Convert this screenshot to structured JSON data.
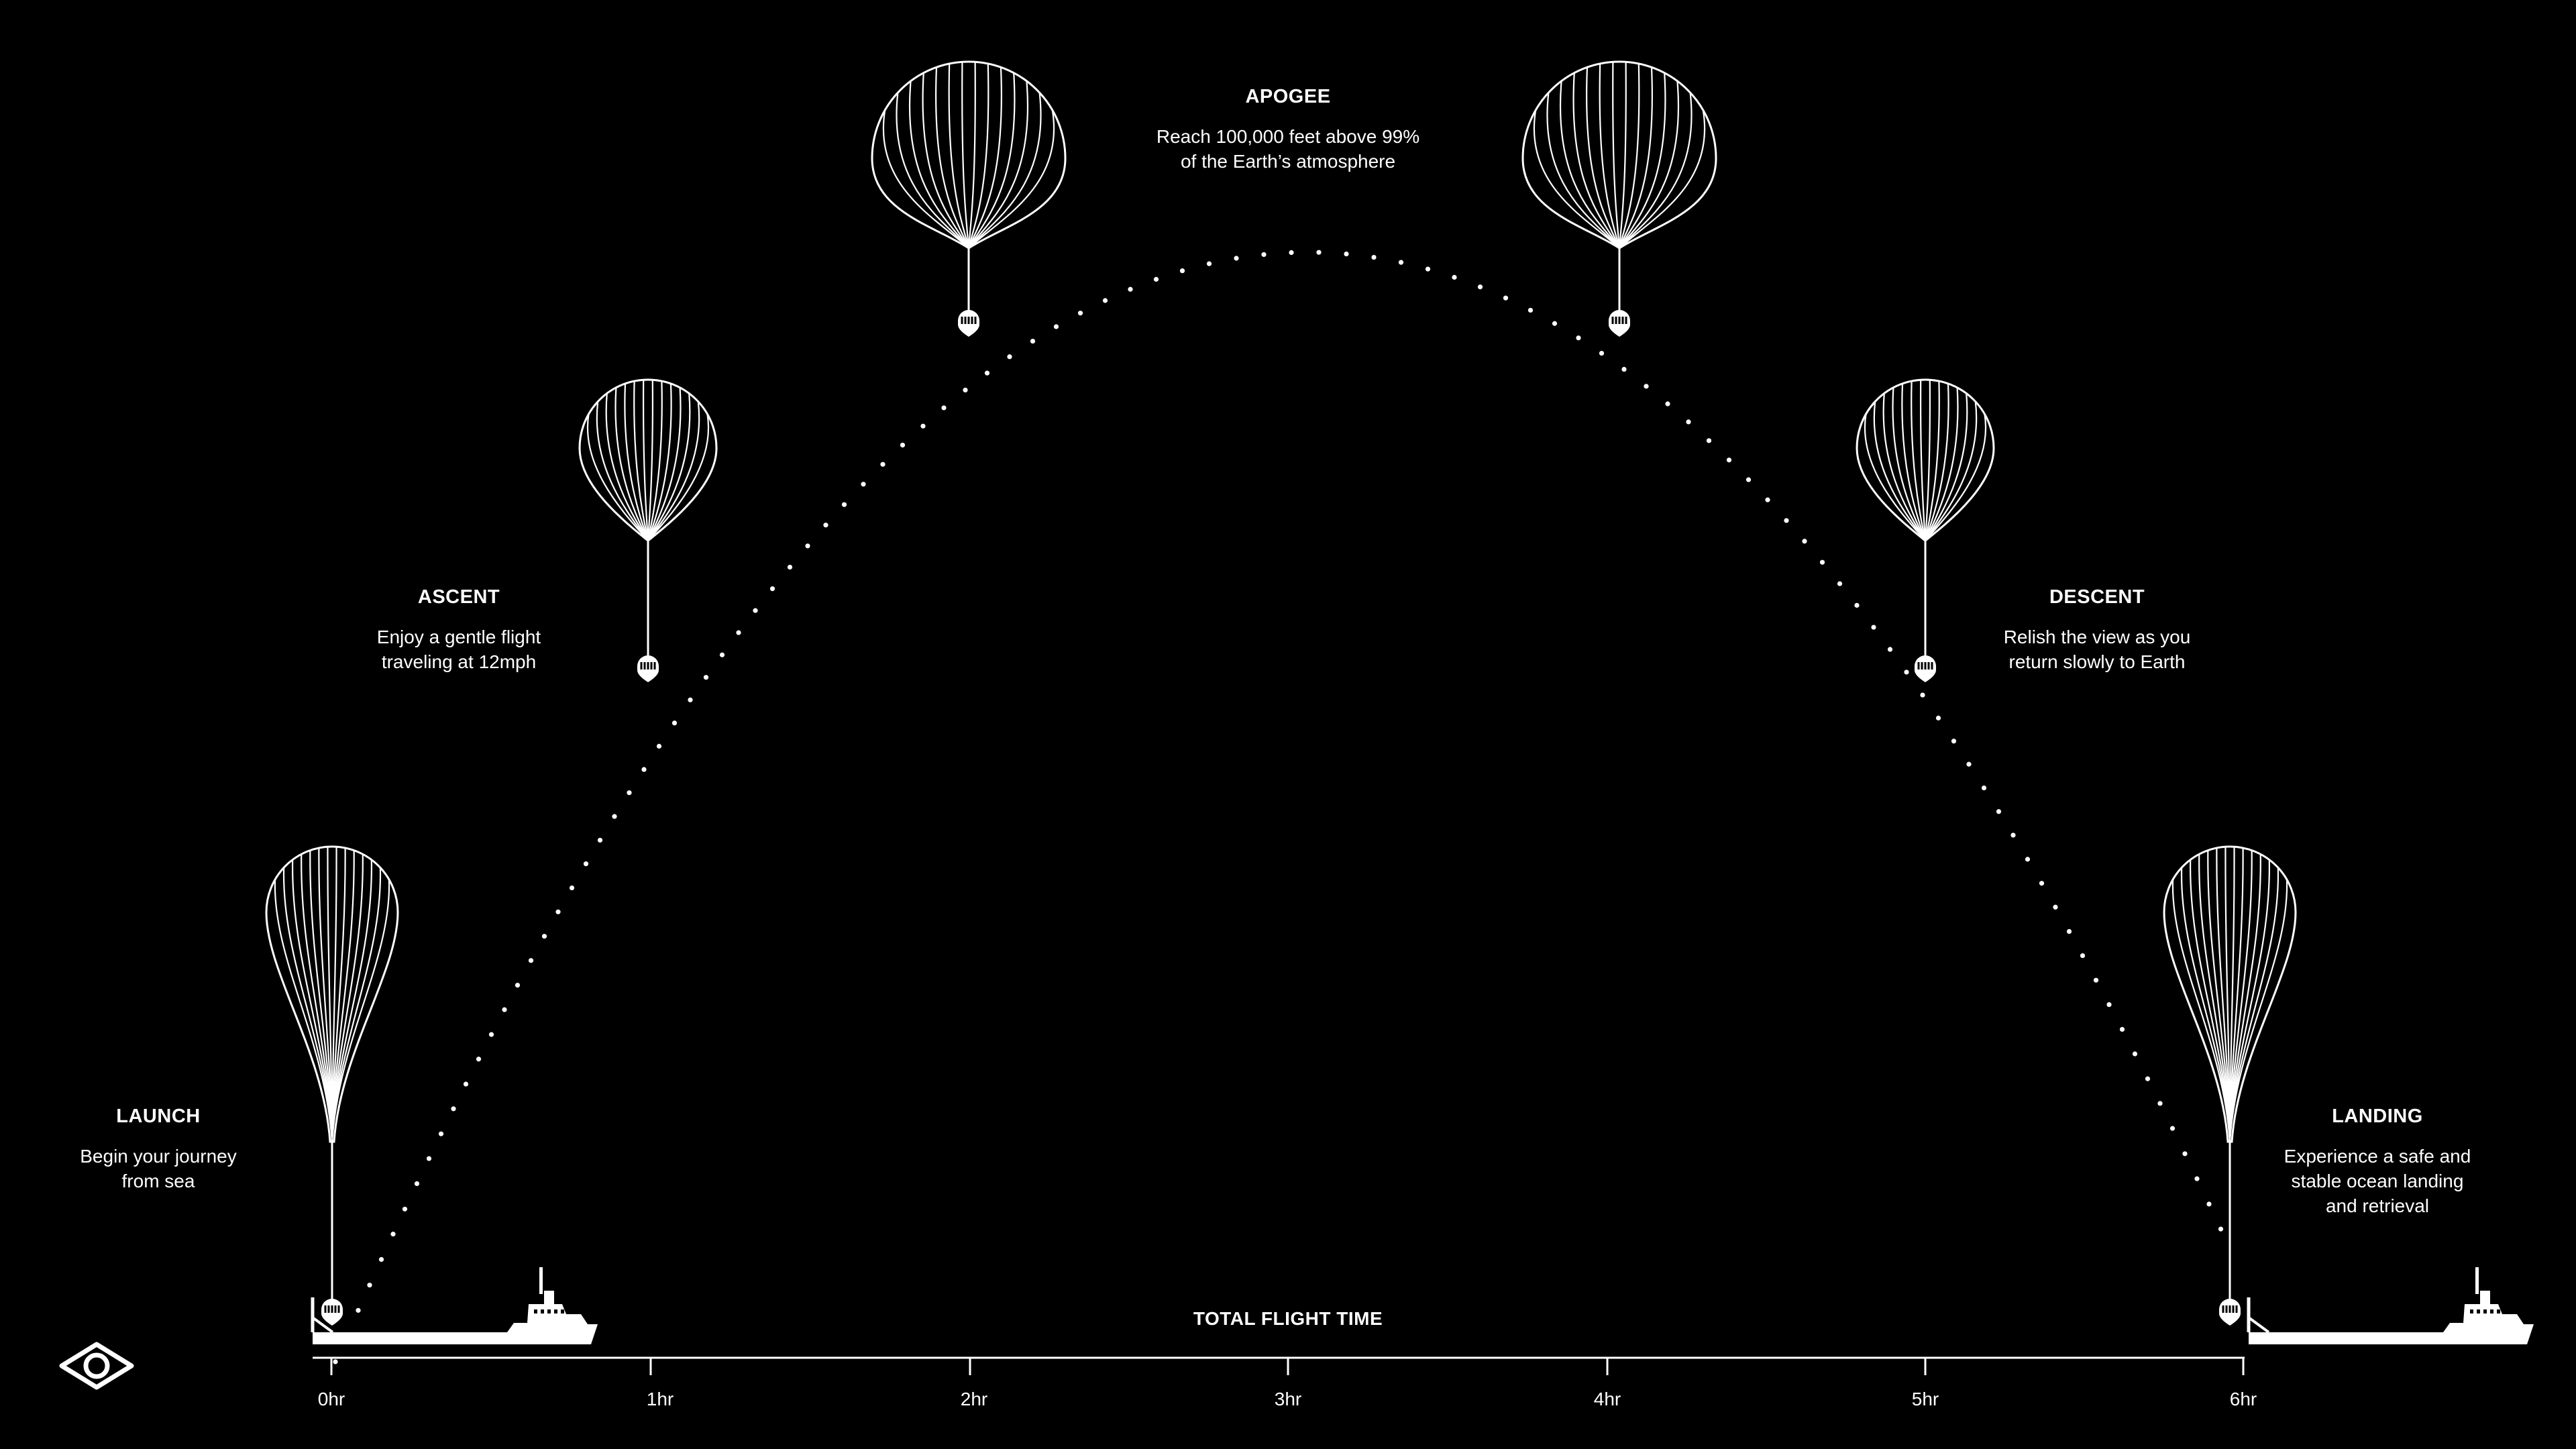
{
  "phases": [
    {
      "title": "LAUNCH",
      "lines": [
        "Begin your journey",
        "from sea"
      ]
    },
    {
      "title": "ASCENT",
      "lines": [
        "Enjoy a gentle flight",
        "traveling at 12mph"
      ]
    },
    {
      "title": "APOGEE",
      "lines": [
        "Reach 100,000 feet above 99%",
        "of the Earth’s atmosphere"
      ]
    },
    {
      "title": "DESCENT",
      "lines": [
        "Relish the view as you",
        "return slowly to Earth"
      ]
    },
    {
      "title": "LANDING",
      "lines": [
        "Experience a safe and",
        "stable ocean landing",
        "and retrieval"
      ]
    }
  ],
  "axis": {
    "title": "TOTAL FLIGHT TIME",
    "ticks": [
      "0hr",
      "1hr",
      "2hr",
      "3hr",
      "4hr",
      "5hr",
      "6hr"
    ]
  },
  "icons": {
    "balloon": "balloon-icon",
    "capsule": "capsule-icon",
    "ship": "ship-icon",
    "logo": "eye-logo-icon"
  },
  "colors": {
    "background": "#000000",
    "foreground": "#ffffff"
  }
}
